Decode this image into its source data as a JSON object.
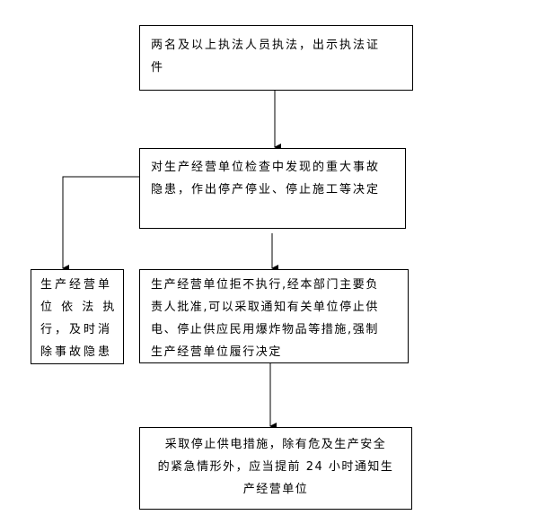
{
  "boxes": {
    "step1": {
      "lines": [
        "两名及以上执法人员执法，出示执法证",
        "件"
      ]
    },
    "step2": {
      "lines": [
        "对生产经营单位检查中发现的重大事故",
        "隐患，作出停产停业、停止施工等决定"
      ]
    },
    "comply": {
      "lines": [
        "生产经营单",
        "位 依 法 执",
        "行，及时消",
        "除事故隐患"
      ]
    },
    "refuse": {
      "lines": [
        "生产经营单位拒不执行,经本部门主要负",
        "责人批准,可以采取通知有关单位停止供",
        "电、停止供应民用爆炸物品等措施,强制",
        "生产经营单位履行决定"
      ]
    },
    "notice": {
      "lines": [
        "采取停止供电措施，除有危及生产安全",
        "的紧急情形外，应当提前 24 小时通知生",
        "产经营单位"
      ]
    }
  }
}
